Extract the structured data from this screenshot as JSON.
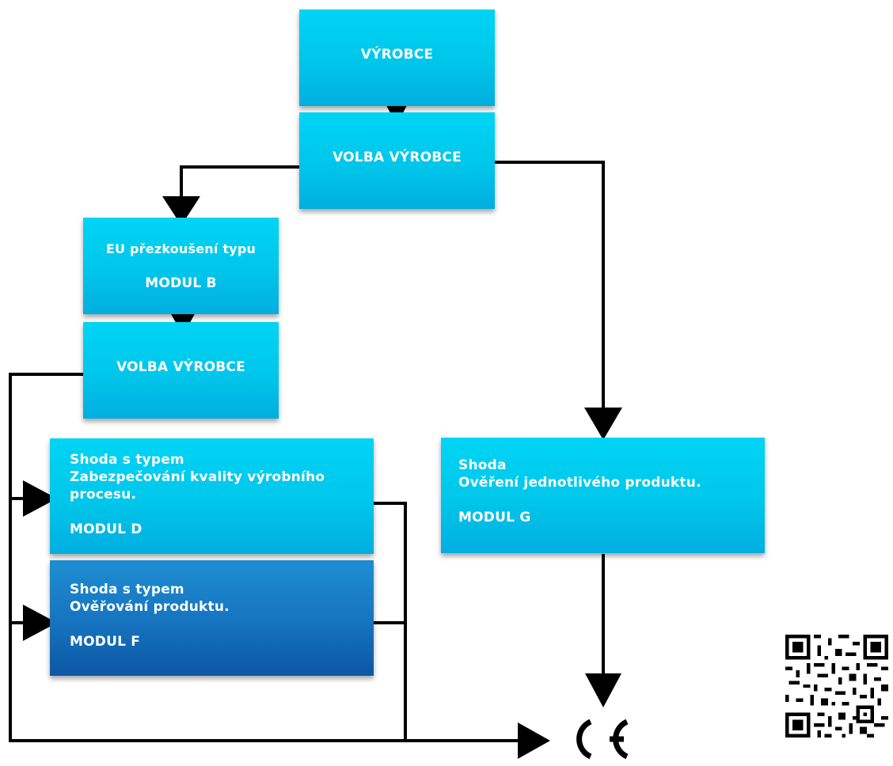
{
  "boxes": {
    "vyrobce": {
      "label": "VÝROBCE"
    },
    "volba_vyrobce_top": {
      "label": "VOLBA VÝROBCE"
    },
    "eu_prezkouseni": {
      "line1": "EU přezkoušení typu",
      "line2": "MODUL B"
    },
    "volba_vyrobce_mid": {
      "label": "VOLBA VÝROBCE"
    },
    "modul_d": {
      "line1": "Shoda s typem",
      "line2": "Zabezpečování kvality výrobního",
      "line3": "procesu.",
      "module": "MODUL D"
    },
    "modul_f": {
      "line1": "Shoda s typem",
      "line2": "Ověřování produktu.",
      "module": "MODUL F"
    },
    "modul_g": {
      "line1": "Shoda",
      "line2": "Ověření jednotlivého produktu.",
      "module": "MODUL G"
    }
  },
  "ce_mark": {
    "symbol": "CE"
  },
  "colors": {
    "light_box": "#00c6ea",
    "dark_box": "#1673bf",
    "connector": "#000000",
    "text": "#ffffff"
  }
}
